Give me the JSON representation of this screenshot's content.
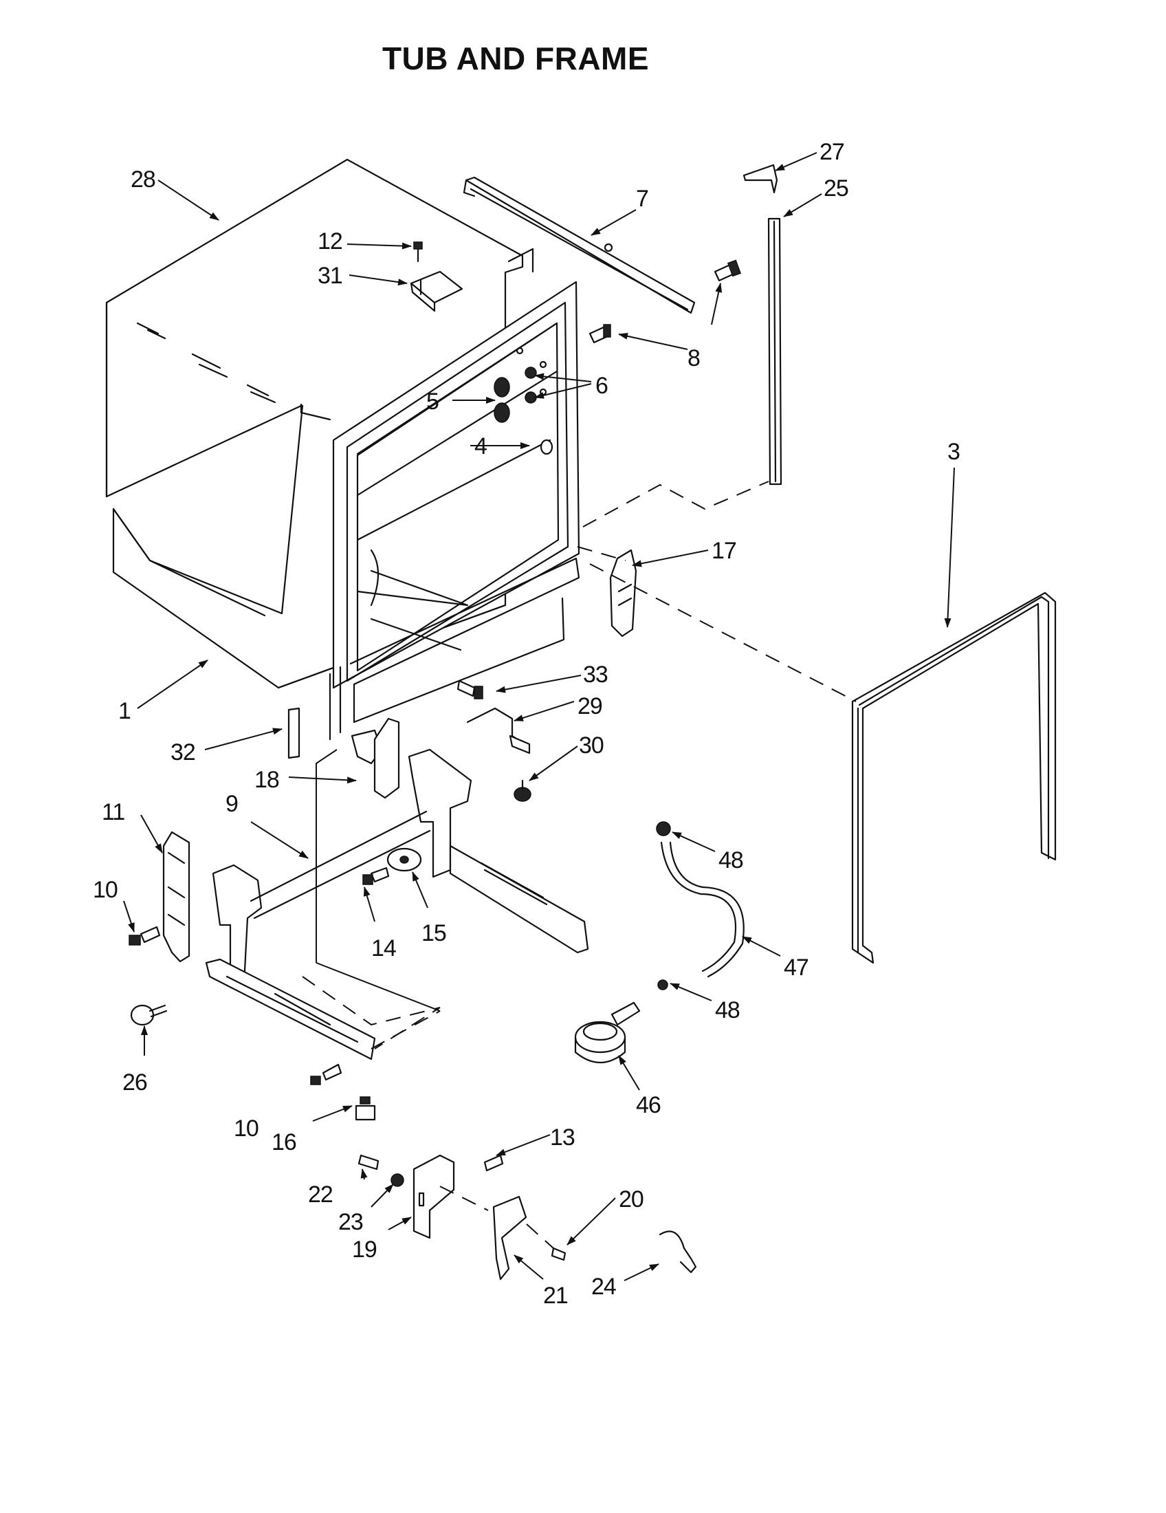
{
  "title": "TUB AND FRAME",
  "callouts": [
    {
      "id": "1",
      "label": "1"
    },
    {
      "id": "3",
      "label": "3"
    },
    {
      "id": "4",
      "label": "4"
    },
    {
      "id": "5",
      "label": "5"
    },
    {
      "id": "6",
      "label": "6"
    },
    {
      "id": "7",
      "label": "7"
    },
    {
      "id": "8",
      "label": "8"
    },
    {
      "id": "8b",
      "label": "8"
    },
    {
      "id": "9",
      "label": "9"
    },
    {
      "id": "10a",
      "label": "10"
    },
    {
      "id": "10b",
      "label": "10"
    },
    {
      "id": "11",
      "label": "11"
    },
    {
      "id": "12",
      "label": "12"
    },
    {
      "id": "13",
      "label": "13"
    },
    {
      "id": "14",
      "label": "14"
    },
    {
      "id": "15",
      "label": "15"
    },
    {
      "id": "16",
      "label": "16"
    },
    {
      "id": "17",
      "label": "17"
    },
    {
      "id": "18",
      "label": "18"
    },
    {
      "id": "19",
      "label": "19"
    },
    {
      "id": "20",
      "label": "20"
    },
    {
      "id": "21",
      "label": "21"
    },
    {
      "id": "22",
      "label": "22"
    },
    {
      "id": "23",
      "label": "23"
    },
    {
      "id": "24",
      "label": "24"
    },
    {
      "id": "25",
      "label": "25"
    },
    {
      "id": "26",
      "label": "26"
    },
    {
      "id": "27",
      "label": "27"
    },
    {
      "id": "28",
      "label": "28"
    },
    {
      "id": "29",
      "label": "29"
    },
    {
      "id": "30",
      "label": "30"
    },
    {
      "id": "31",
      "label": "31"
    },
    {
      "id": "32",
      "label": "32"
    },
    {
      "id": "33",
      "label": "33"
    },
    {
      "id": "46",
      "label": "46"
    },
    {
      "id": "47",
      "label": "47"
    },
    {
      "id": "48a",
      "label": "48"
    },
    {
      "id": "48b",
      "label": "48"
    }
  ]
}
